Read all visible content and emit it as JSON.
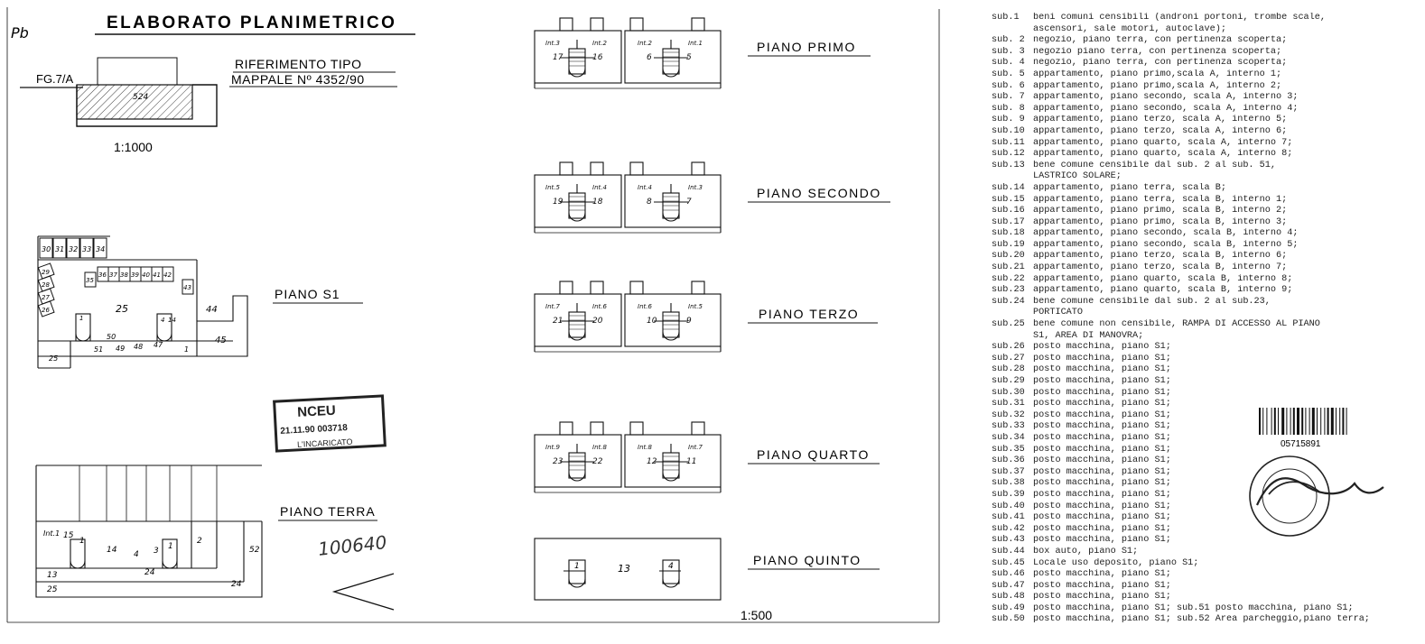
{
  "title": "ELABORATO PLANIMETRICO",
  "margin_note": "Pb",
  "foglio": "FG.7/A",
  "riferimento": {
    "line1": "RIFERIMENTO TIPO",
    "line2": "MAPPALE Nº 4352/90"
  },
  "plot_label": "524",
  "scale_small": "1:1000",
  "scale_large": "1:500",
  "floors": {
    "s1": "PIANO S1",
    "terra": "PIANO TERRA",
    "primo": "PIANO PRIMO",
    "secondo": "PIANO SECONDO",
    "terzo": "PIANO TERZO",
    "quarto": "PIANO QUARTO",
    "quinto": "PIANO QUINTO"
  },
  "stamp": {
    "line1": "NCEU",
    "line2": "21.11.90 003718",
    "line3": "L'INCARICATO"
  },
  "signature_left": "100640",
  "barcode_number": "05715891",
  "upper_floors": [
    {
      "key": "primo",
      "int_a": [
        "Int.3",
        "Int.2"
      ],
      "int_b": [
        "Int.2",
        "Int.1"
      ],
      "num_a": [
        "17",
        "16"
      ],
      "num_b": [
        "6",
        "5"
      ]
    },
    {
      "key": "secondo",
      "int_a": [
        "Int.5",
        "Int.4"
      ],
      "int_b": [
        "Int.4",
        "Int.3"
      ],
      "num_a": [
        "19",
        "18"
      ],
      "num_b": [
        "8",
        "7"
      ]
    },
    {
      "key": "terzo",
      "int_a": [
        "Int.7",
        "Int.6"
      ],
      "int_b": [
        "Int.6",
        "Int.5"
      ],
      "num_a": [
        "21",
        "20"
      ],
      "num_b": [
        "10",
        "9"
      ]
    },
    {
      "key": "quarto",
      "int_a": [
        "Int.9",
        "Int.8"
      ],
      "int_b": [
        "Int.8",
        "Int.7"
      ],
      "num_a": [
        "23",
        "22"
      ],
      "num_b": [
        "12",
        "11"
      ]
    }
  ],
  "quinto_labels": [
    "1",
    "13",
    "4"
  ],
  "s1_labels": {
    "boxes_top": [
      "30",
      "31",
      "32",
      "33",
      "34"
    ],
    "boxes_left": [
      "29",
      "28",
      "27",
      "26"
    ],
    "boxes_mid": [
      "35",
      "36",
      "37",
      "38",
      "39",
      "40",
      "41",
      "42",
      "43"
    ],
    "center": "25",
    "right": [
      "44",
      "45"
    ],
    "bottom": [
      "25",
      "51",
      "50",
      "49",
      "48",
      "47",
      "1"
    ],
    "stairs": [
      "1",
      "4",
      "14"
    ]
  },
  "terra_labels": {
    "int": "Int.1",
    "nums": [
      "15",
      "1",
      "14",
      "4",
      "3",
      "1",
      "2",
      "52",
      "13",
      "24",
      "25",
      "24"
    ]
  },
  "legend": [
    {
      "sub": "sub.1",
      "text": "beni comuni censibili (androni portoni, trombe scale,"
    },
    {
      "sub": "",
      "text": "ascensori, sale motori, autoclave);"
    },
    {
      "sub": "sub. 2",
      "text": "negozio, piano terra, con pertinenza scoperta;"
    },
    {
      "sub": "sub. 3",
      "text": "negozio piano terra, con pertinenza scoperta;"
    },
    {
      "sub": "sub. 4",
      "text": "negozio, piano terra, con pertinenza scoperta;"
    },
    {
      "sub": "sub. 5",
      "text": "appartamento, piano primo,scala A, interno 1;"
    },
    {
      "sub": "sub. 6",
      "text": "appartamento, piano primo,scala A, interno 2;"
    },
    {
      "sub": "sub. 7",
      "text": "appartamento, piano secondo, scala A, interno 3;"
    },
    {
      "sub": "sub. 8",
      "text": "appartamento, piano secondo, scala A, interno 4;"
    },
    {
      "sub": "sub. 9",
      "text": "appartamento, piano terzo, scala A, interno 5;"
    },
    {
      "sub": "sub.10",
      "text": "appartamento, piano terzo, scala A, interno 6;"
    },
    {
      "sub": "sub.11",
      "text": "appartamento, piano quarto, scala A, interno 7;"
    },
    {
      "sub": "sub.12",
      "text": "appartamento, piano quarto, scala A, interno 8;"
    },
    {
      "sub": "sub.13",
      "text": "bene comune censibile dal sub. 2 al sub. 51,"
    },
    {
      "sub": "",
      "text": "LASTRICO SOLARE;"
    },
    {
      "sub": "sub.14",
      "text": "appartamento, piano terra, scala B;"
    },
    {
      "sub": "sub.15",
      "text": "appartamento, piano terra, scala B, interno 1;"
    },
    {
      "sub": "sub.16",
      "text": "appartamento, piano primo, scala B, interno 2;"
    },
    {
      "sub": "sub.17",
      "text": "appartamento, piano primo, scala B, interno 3;"
    },
    {
      "sub": "sub.18",
      "text": "appartamento, piano secondo, scala B, interno 4;"
    },
    {
      "sub": "sub.19",
      "text": "appartamento, piano secondo, scala B, interno 5;"
    },
    {
      "sub": "sub.20",
      "text": "appartamento, piano terzo, scala B, interno 6;"
    },
    {
      "sub": "sub.21",
      "text": "appartamento, piano terzo, scala B, interno 7;"
    },
    {
      "sub": "sub.22",
      "text": "appartamento, piano quarto, scala B, interno 8;"
    },
    {
      "sub": "sub.23",
      "text": "appartamento, piano quarto, scala B, interno 9;"
    },
    {
      "sub": "sub.24",
      "text": "bene comune censibile dal sub. 2 al sub.23,"
    },
    {
      "sub": "",
      "text": "PORTICATO"
    },
    {
      "sub": "sub.25",
      "text": "bene comune non censibile, RAMPA DI ACCESSO AL PIANO"
    },
    {
      "sub": "",
      "text": "S1, AREA DI MANOVRA;"
    },
    {
      "sub": "sub.26",
      "text": "posto macchina, piano S1;"
    },
    {
      "sub": "sub.27",
      "text": "posto macchina, piano S1;"
    },
    {
      "sub": "sub.28",
      "text": "posto macchina, piano S1;"
    },
    {
      "sub": "sub.29",
      "text": "posto macchina, piano S1;"
    },
    {
      "sub": "sub.30",
      "text": "posto macchina, piano S1;"
    },
    {
      "sub": "sub.31",
      "text": "posto macchina, piano S1;"
    },
    {
      "sub": "sub.32",
      "text": "posto macchina, piano S1;"
    },
    {
      "sub": "sub.33",
      "text": "posto macchina, piano S1;"
    },
    {
      "sub": "sub.34",
      "text": "posto macchina, piano S1;"
    },
    {
      "sub": "sub.35",
      "text": "posto macchina, piano S1;"
    },
    {
      "sub": "sub.36",
      "text": "posto macchina, piano S1;"
    },
    {
      "sub": "sub.37",
      "text": "posto macchina, piano S1;"
    },
    {
      "sub": "sub.38",
      "text": "posto macchina, piano S1;"
    },
    {
      "sub": "sub.39",
      "text": "posto macchina, piano S1;"
    },
    {
      "sub": "sub.40",
      "text": "posto macchina, piano S1;"
    },
    {
      "sub": "sub.41",
      "text": "posto macchina, piano S1;"
    },
    {
      "sub": "sub.42",
      "text": "posto macchina, piano S1;"
    },
    {
      "sub": "sub.43",
      "text": "posto macchina, piano S1;"
    },
    {
      "sub": "sub.44",
      "text": "box auto, piano S1;"
    },
    {
      "sub": "sub.45",
      "text": "Locale uso deposito, piano S1;"
    },
    {
      "sub": "sub.46",
      "text": "posto macchina, piano S1;"
    },
    {
      "sub": "sub.47",
      "text": "posto macchina, piano S1;"
    },
    {
      "sub": "sub.48",
      "text": "posto macchina, piano S1;"
    },
    {
      "sub": "sub.49",
      "text": "posto macchina, piano S1;   sub.51 posto macchina, piano S1;"
    },
    {
      "sub": "sub.50",
      "text": "posto macchina, piano S1;  sub.52 Area parcheggio,piano terra;"
    }
  ]
}
